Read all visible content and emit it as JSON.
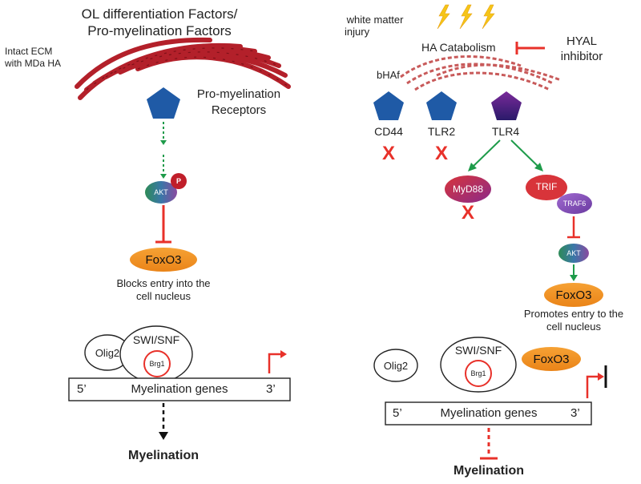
{
  "colors": {
    "red": "#e8312a",
    "green": "#1e9b4a",
    "blue": "#1f5aa6",
    "orange": "#f28c1e",
    "ecm": "#b3202a",
    "lightning": "#f5c518"
  },
  "left": {
    "factors_line1": "OL differentiation Factors/",
    "factors_line2": "Pro-myelination Factors",
    "ecm_line1": "Intact ECM",
    "ecm_line2": "with MDa HA",
    "receptor_line1": "Pro-myelination",
    "receptor_line2": "Receptors",
    "akt": "AKT",
    "phospho": "P",
    "foxo3": "FoxO3",
    "blocks_line1": "Blocks entry into the",
    "blocks_line2": "cell nucleus",
    "olig2": "Olig2",
    "swisnf": "SWI/SNF",
    "brg1": "Brg1",
    "gene_5": "5’",
    "gene_label": "Myelination genes",
    "gene_3": "3’",
    "myelination": "Myelination"
  },
  "right": {
    "injury_line1": "white matter",
    "injury_line2": "injury",
    "ha_catabolism": "HA Catabolism",
    "hyal_line1": "HYAL",
    "hyal_line2": "inhibitor",
    "bhaf": "bHAf",
    "cd44": "CD44",
    "tlr2": "TLR2",
    "tlr4": "TLR4",
    "block_x": "X",
    "myd88": "MyD88",
    "trif": "TRIF",
    "traf6": "TRAF6",
    "akt": "AKT",
    "foxo3": "FoxO3",
    "promotes_line1": "Promotes entry to the",
    "promotes_line2": "cell nucleus",
    "olig2": "Olig2",
    "swisnf": "SWI/SNF",
    "brg1": "Brg1",
    "foxo3_nuclear": "FoxO3",
    "gene_5": "5’",
    "gene_label": "Myelination genes",
    "gene_3": "3’",
    "myelination": "Myelination"
  }
}
